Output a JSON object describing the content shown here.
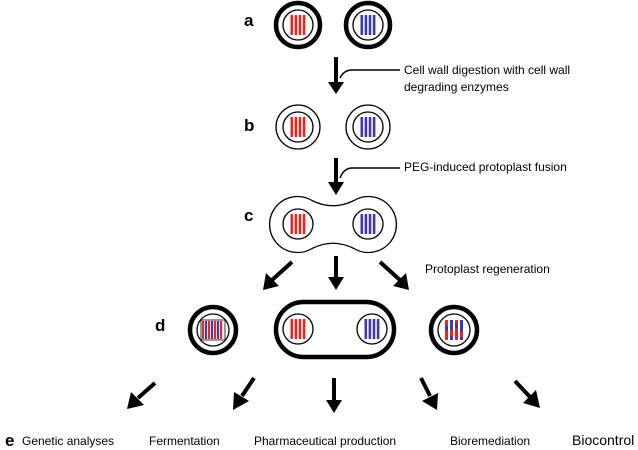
{
  "diagram": {
    "colors": {
      "parent_a": "#e8271f",
      "parent_b": "#3d3aa8",
      "outline": "#000000",
      "background": "#ffffff"
    },
    "steps": {
      "a": "a",
      "b": "b",
      "c": "c",
      "d": "d",
      "e": "e"
    },
    "annotations": {
      "digestion_line1": "Cell wall digestion with cell wall",
      "digestion_line2": "degrading enzymes",
      "fusion": "PEG-induced protoplast fusion",
      "regeneration": "Protoplast regeneration"
    },
    "applications": [
      "Genetic analyses",
      "Fermentation",
      "Pharmaceutical production",
      "Bioremediation",
      "Biocontrol"
    ]
  }
}
